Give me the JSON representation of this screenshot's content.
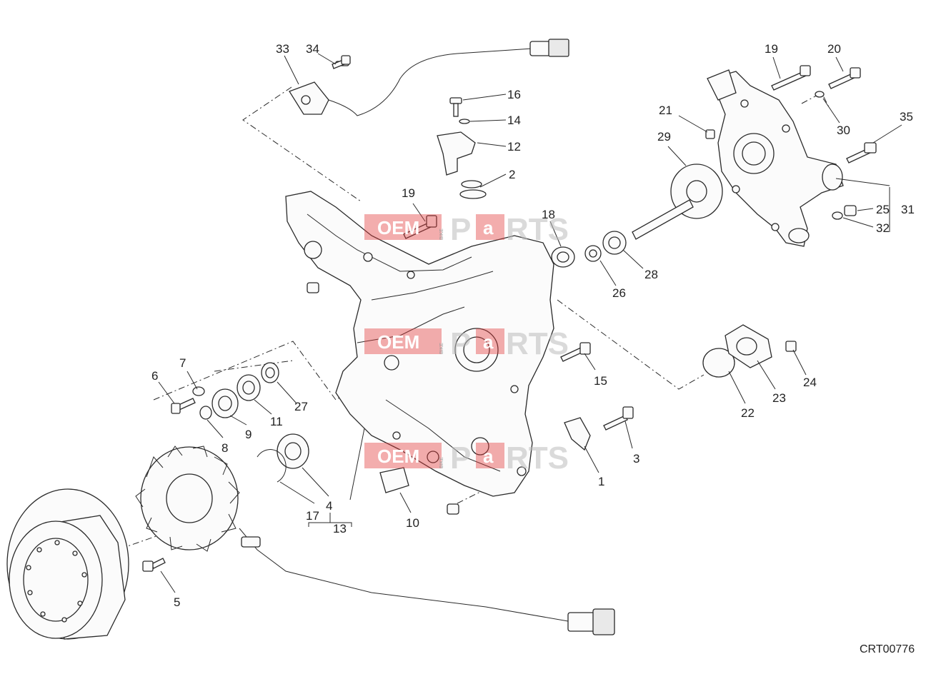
{
  "diagram_code": "CRT00776",
  "watermark": {
    "box_text": "OEM",
    "small_text": "BIKE",
    "p_text": "P",
    "a_text": "a",
    "rest_text": "RTS"
  },
  "callouts": {
    "c1": "1",
    "c2": "2",
    "c3": "3",
    "c4": "4",
    "c5": "5",
    "c6": "6",
    "c7": "7",
    "c8": "8",
    "c9": "9",
    "c10": "10",
    "c11": "11",
    "c12": "12",
    "c13": "13",
    "c14": "14",
    "c15": "15",
    "c16": "16",
    "c17": "17",
    "c18": "18",
    "c19a": "19",
    "c19b": "19",
    "c20": "20",
    "c21": "21",
    "c22": "22",
    "c23": "23",
    "c24": "24",
    "c25": "25",
    "c26": "26",
    "c27": "27",
    "c28": "28",
    "c29": "29",
    "c30": "30",
    "c31": "31",
    "c32": "32",
    "c33": "33",
    "c34": "34",
    "c35": "35"
  },
  "colors": {
    "line": "#2a2a2a",
    "watermark_red": "#e23b3b",
    "watermark_gray": "#bdbdbd"
  }
}
